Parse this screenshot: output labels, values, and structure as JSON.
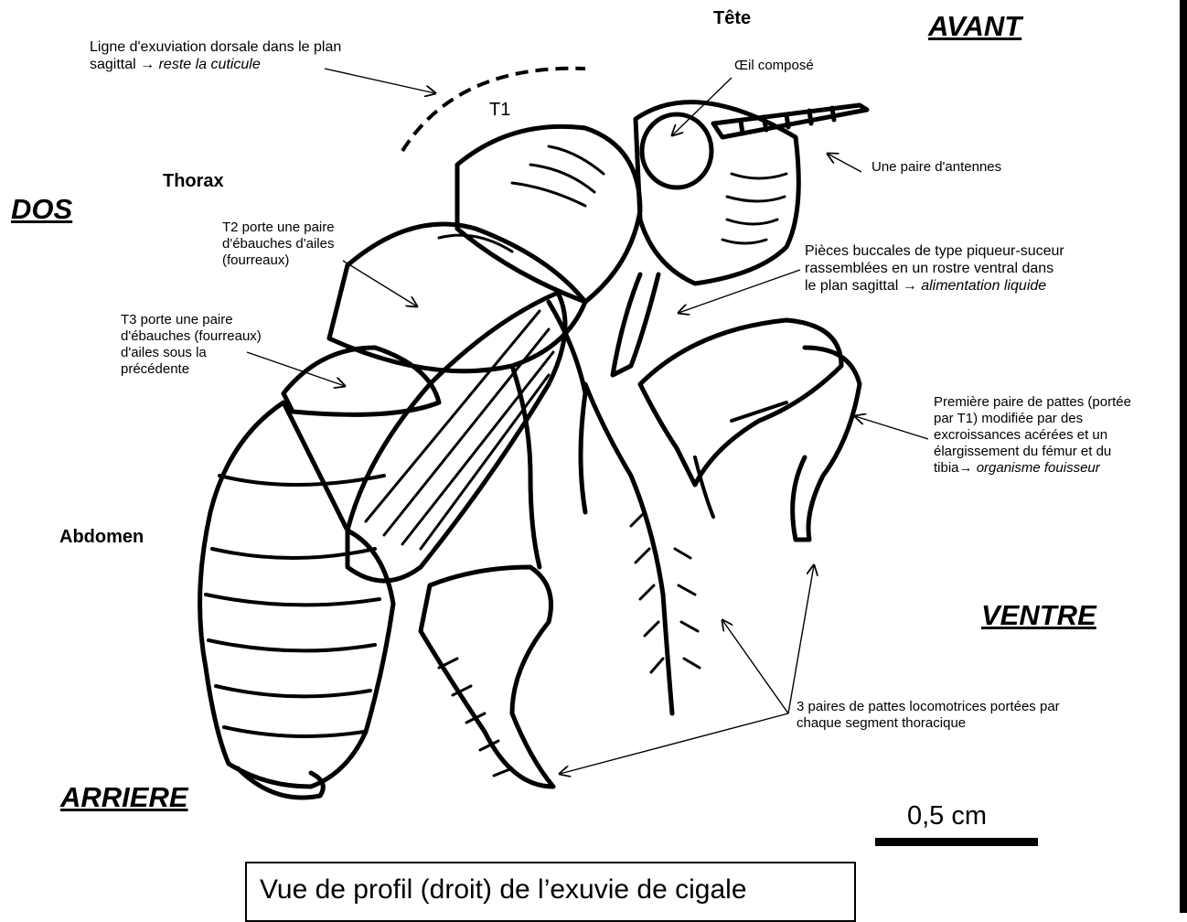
{
  "orientation": {
    "avant": "AVANT",
    "dos": "DOS",
    "ventre": "VENTRE",
    "arriere": "ARRIERE"
  },
  "regions": {
    "tete": "Tête",
    "thorax": "Thorax",
    "abdomen": "Abdomen",
    "t1": "T1"
  },
  "annotations": {
    "exuviation": {
      "line1": "Ligne d'exuviation dorsale dans le plan",
      "line2_prefix": "sagittal → ",
      "line2_italic": "reste la cuticule"
    },
    "oeil": "Œil composé",
    "antennes": "Une paire d'antennes",
    "pieces_buccales": {
      "line1": "Pièces buccales de type piqueur-suceur",
      "line2": "rassemblées en un rostre ventral dans",
      "line3_prefix": "le plan sagittal → ",
      "line3_italic": "alimentation liquide"
    },
    "t2": {
      "line1": "T2 porte une paire",
      "line2": "d'ébauches d'ailes",
      "line3": "(fourreaux)"
    },
    "t3": {
      "line1": "T3 porte une paire",
      "line2": "d'ébauches (fourreaux)",
      "line3": "d'ailes sous la",
      "line4": "précédente"
    },
    "premiere_paire": {
      "line1": "Première paire de pattes (portée",
      "line2": "par T1) modifiée par des",
      "line3": "excroissances acérées et un",
      "line4": "élargissement du fémur et du",
      "line5_prefix": "tibia→ ",
      "line5_italic": "organisme fouisseur"
    },
    "trois_paires": {
      "line1": "3 paires de pattes locomotrices portées par",
      "line2": "chaque segment thoracique"
    }
  },
  "scale": {
    "label": "0,5 cm"
  },
  "caption": "Vue de profil (droit) de l’exuvie de cigale"
}
